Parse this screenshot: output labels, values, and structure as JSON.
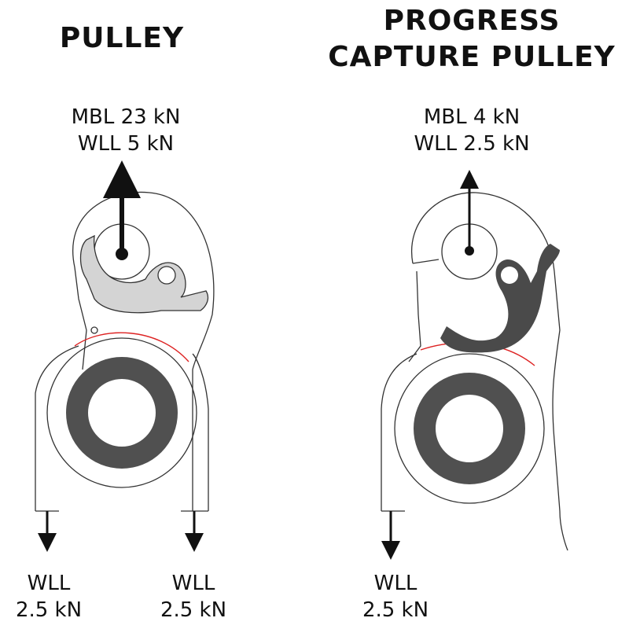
{
  "left": {
    "title": "PULLEY",
    "top_load": {
      "mbl": "MBL 23 kN",
      "wll": "WLL 5 kN"
    },
    "bottom_left": {
      "line1": "WLL",
      "line2": "2.5 kN"
    },
    "bottom_right": {
      "line1": "WLL",
      "line2": "2.5 kN"
    }
  },
  "right": {
    "title_line1": "PROGRESS",
    "title_line2": "CAPTURE PULLEY",
    "top_load": {
      "mbl": "MBL 4 kN",
      "wll": "WLL 2.5 kN"
    },
    "bottom": {
      "line1": "WLL",
      "line2": "2.5 kN"
    }
  },
  "colors": {
    "sheave": "#505050",
    "cam_light": "#d4d4d4",
    "cam_dark": "#4a4a4a",
    "rope_line": "#d22"
  }
}
